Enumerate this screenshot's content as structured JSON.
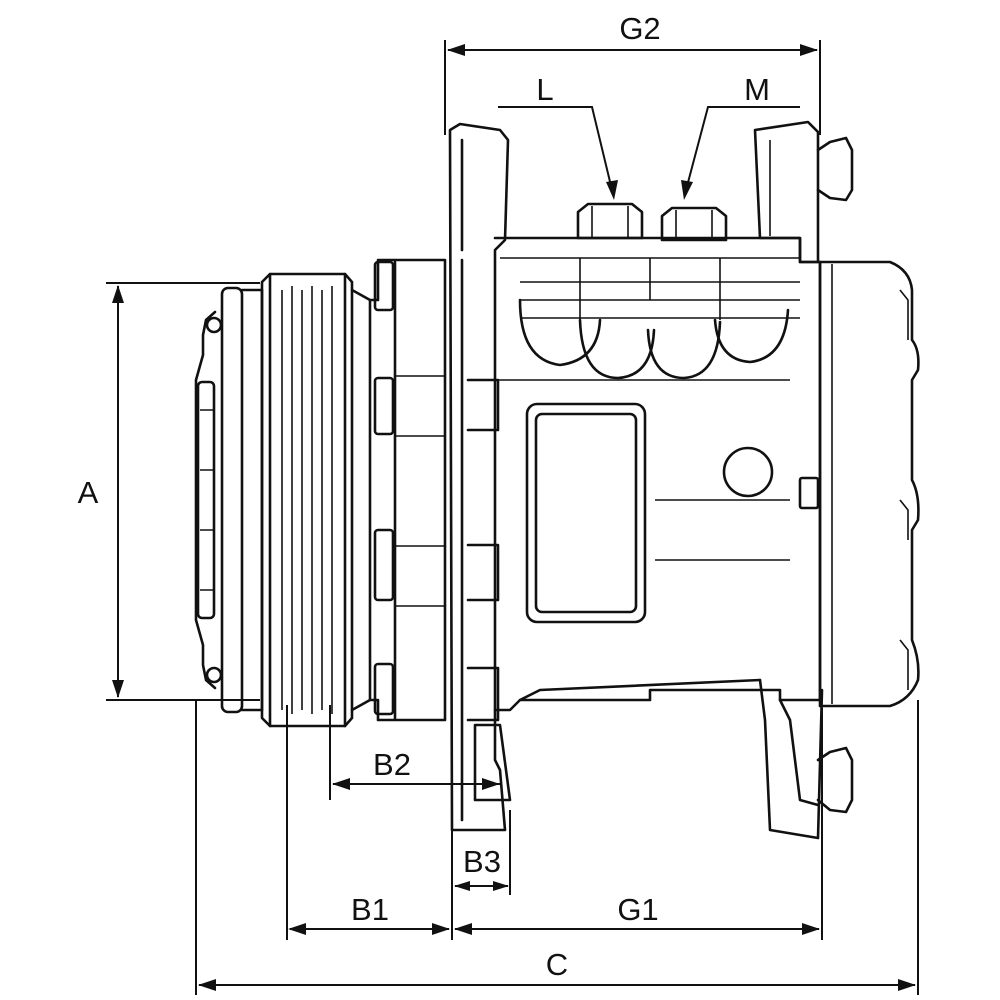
{
  "diagram": {
    "labels": {
      "G2": "G2",
      "L": "L",
      "M": "M",
      "A": "A",
      "B2": "B2",
      "B3": "B3",
      "B1": "B1",
      "G1": "G1",
      "C": "C"
    },
    "line_color": "#111111",
    "background": "#ffffff"
  }
}
